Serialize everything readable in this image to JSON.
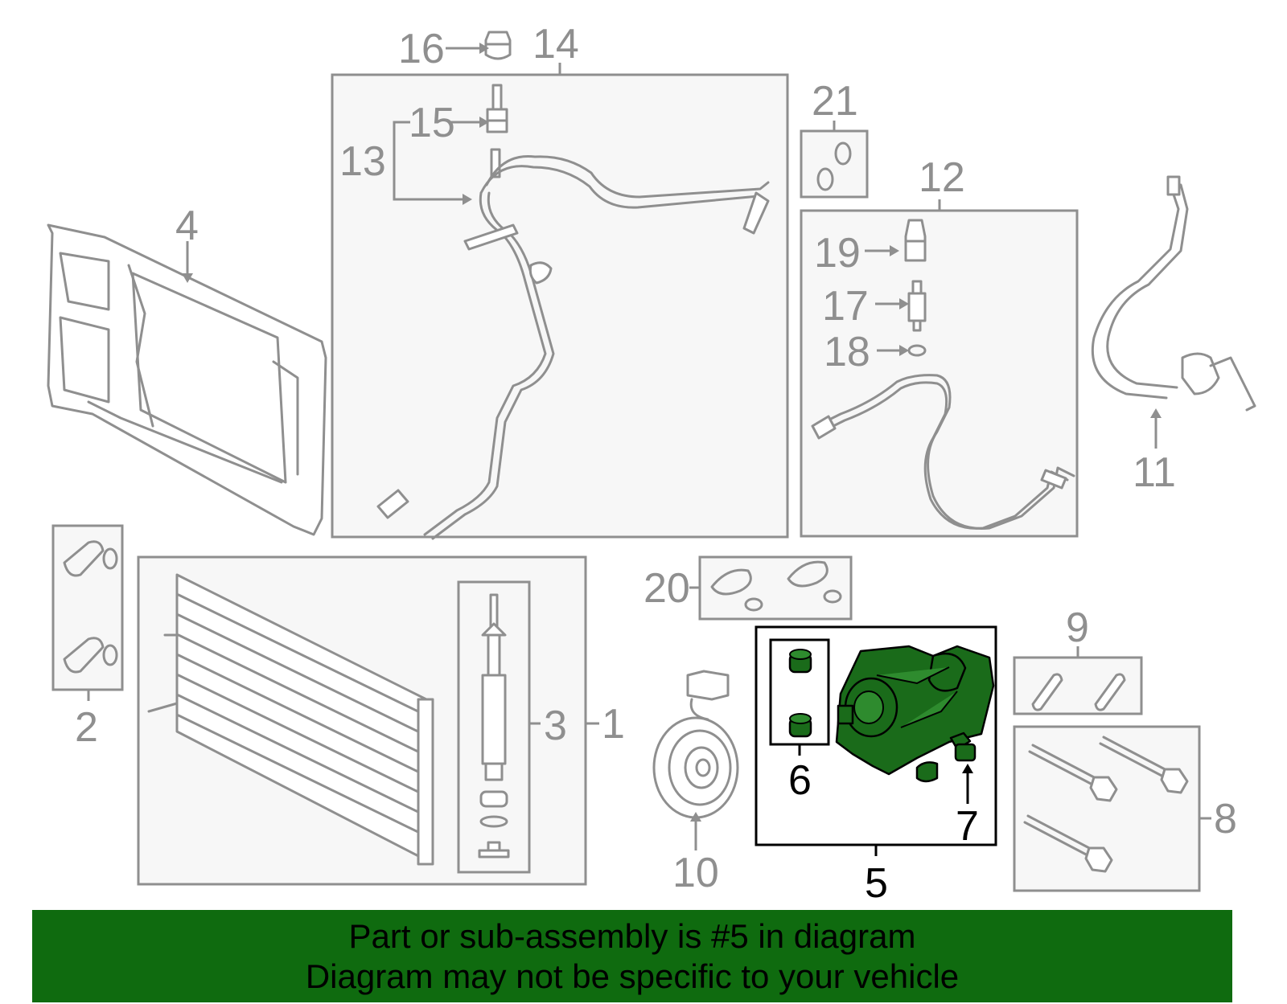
{
  "callouts": {
    "c1": "1",
    "c2": "2",
    "c3": "3",
    "c4": "4",
    "c5": "5",
    "c6": "6",
    "c7": "7",
    "c8": "8",
    "c9": "9",
    "c10": "10",
    "c11": "11",
    "c12": "12",
    "c13": "13",
    "c14": "14",
    "c15": "15",
    "c16": "16",
    "c17": "17",
    "c18": "18",
    "c19": "19",
    "c20": "20",
    "c21": "21"
  },
  "highlight": {
    "part": "5",
    "color": "#0f6b0f"
  },
  "footer": {
    "line1": "Part or sub-assembly is #5 in diagram",
    "line2": "Diagram may not be specific to your vehicle"
  }
}
